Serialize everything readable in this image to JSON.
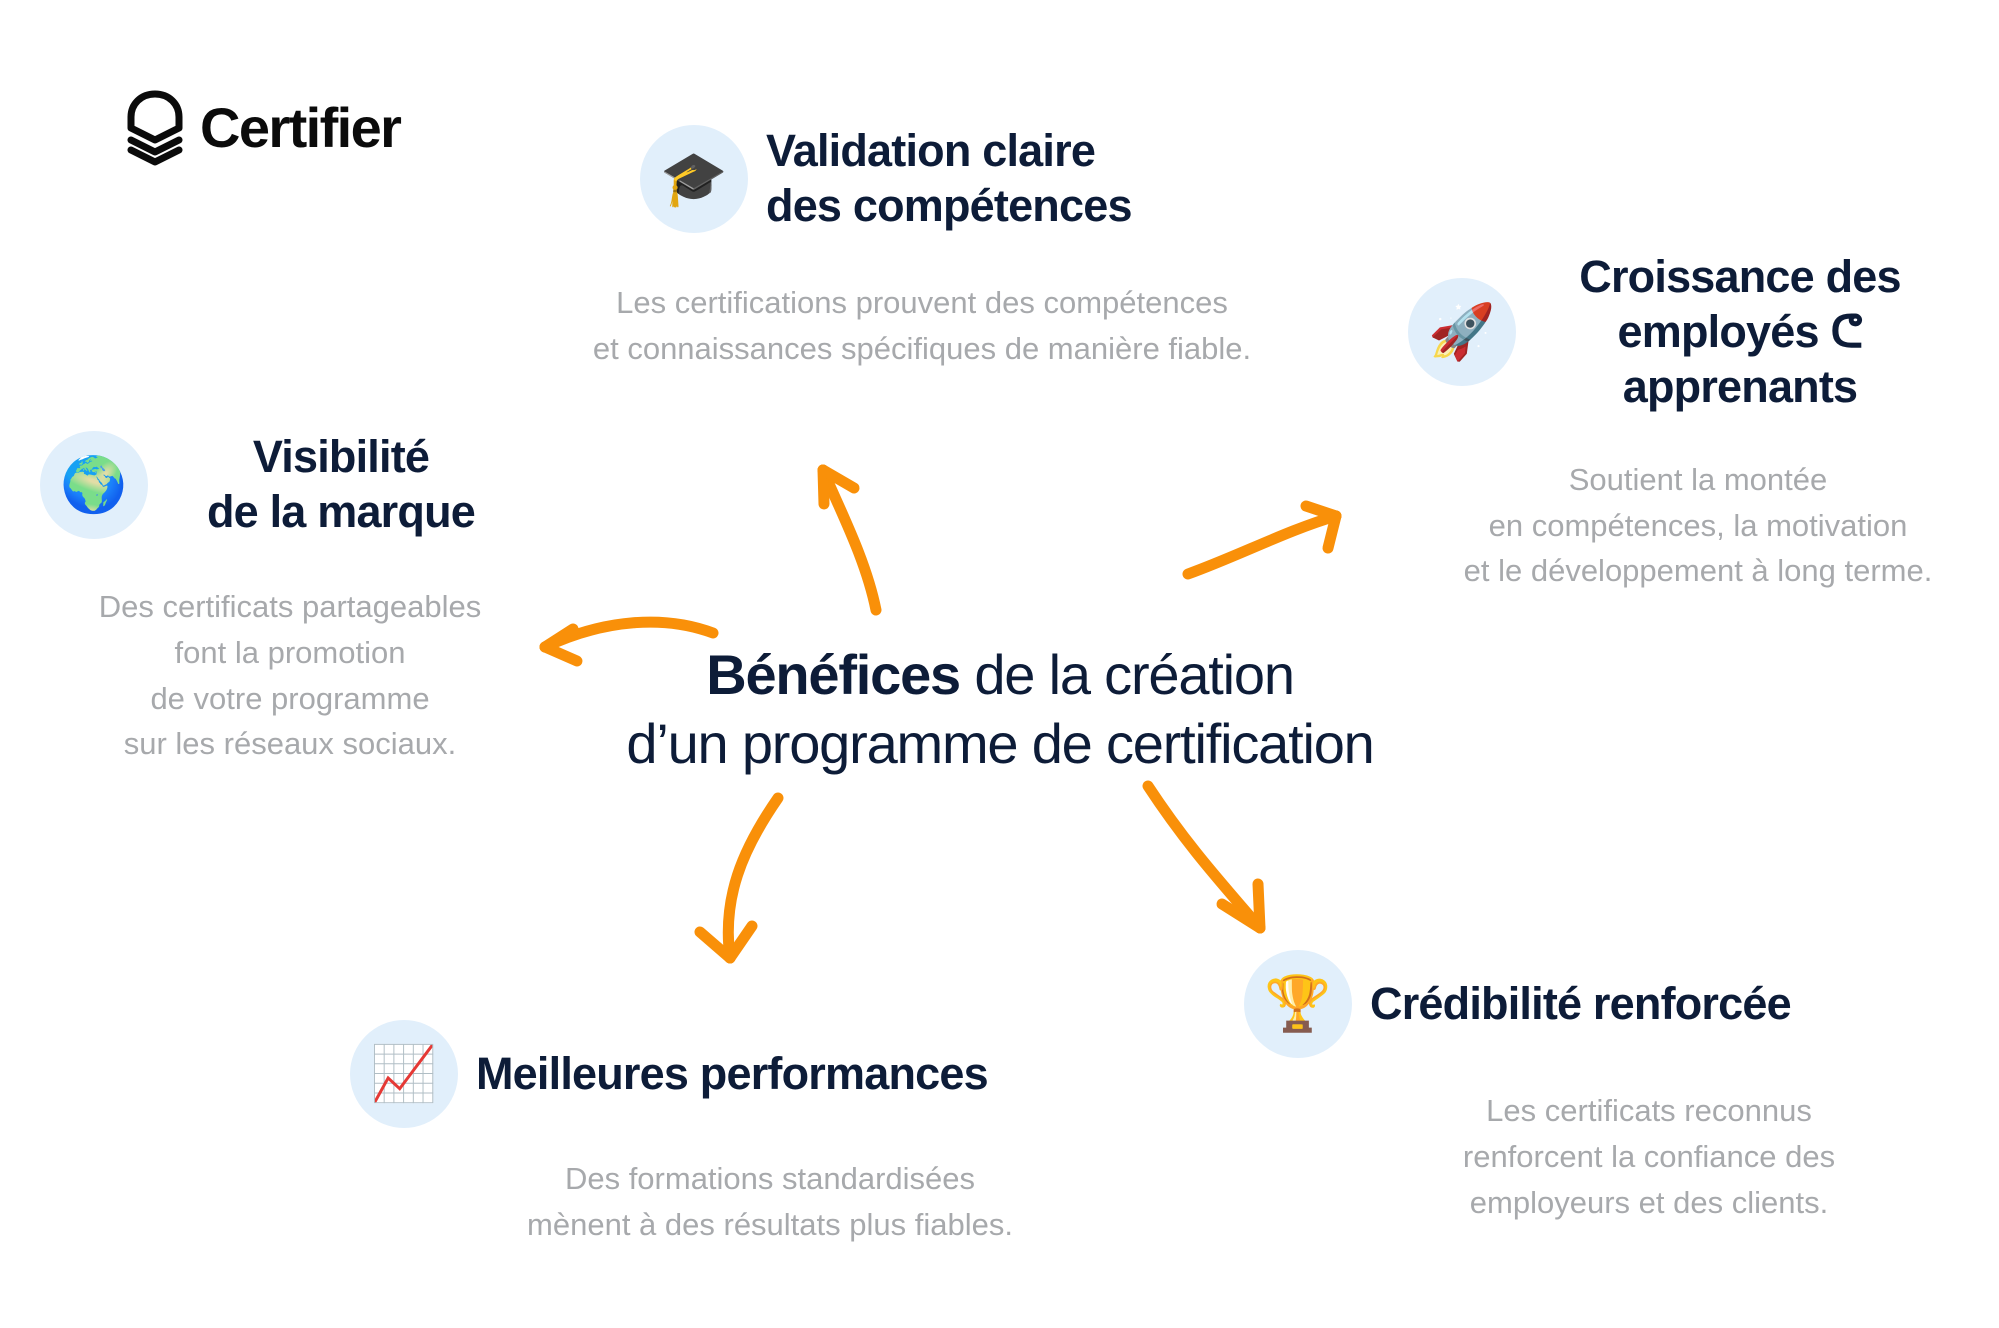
{
  "brand": {
    "name": "Certifier",
    "logo_icon": "certifier-badge-icon"
  },
  "colors": {
    "heading": "#0d1c38",
    "body": "#a7a9ac",
    "accent_arrow": "#f99009",
    "icon_bubble": "#e1effb",
    "background": "#ffffff"
  },
  "center": {
    "title_strong": "Bénéfices",
    "title_rest": " de la création",
    "title_line2": "d’un programme de certification"
  },
  "benefits": [
    {
      "id": "validation",
      "icon": "graduation-cap-icon",
      "icon_glyph": "🎓",
      "title": "Validation claire\ndes compétences",
      "description": "Les certifications prouvent des compétences\net connaissances spécifiques de manière fiable."
    },
    {
      "id": "croissance",
      "icon": "rocket-icon",
      "icon_glyph": "🚀",
      "title": "Croissance des\nemployés ᕦ\napprenants",
      "description": "Soutient la montée\nen compétences, la motivation\net le développement à long terme."
    },
    {
      "id": "visibilite",
      "icon": "globe-icon",
      "icon_glyph": "🌍",
      "title": "Visibilité\nde la marque",
      "description": "Des certificats partageables\nfont la promotion\nde votre programme\nsur les réseaux sociaux."
    },
    {
      "id": "performances",
      "icon": "chart-increasing-icon",
      "icon_glyph": "📈",
      "title": "Meilleures performances",
      "description": "Des formations standardisées\nmènent à des résultats plus fiables."
    },
    {
      "id": "credibilite",
      "icon": "trophy-icon",
      "icon_glyph": "🏆",
      "title": "Crédibilité renforcée",
      "description": "Les certificats reconnus\nrenforcent la confiance des\nemployeurs et des clients."
    }
  ],
  "arrows": [
    {
      "id": "arrow-to-validation",
      "direction": "up-left"
    },
    {
      "id": "arrow-to-croissance",
      "direction": "right"
    },
    {
      "id": "arrow-to-visibilite",
      "direction": "left"
    },
    {
      "id": "arrow-to-performances",
      "direction": "down"
    },
    {
      "id": "arrow-to-credibilite",
      "direction": "down-right"
    }
  ]
}
